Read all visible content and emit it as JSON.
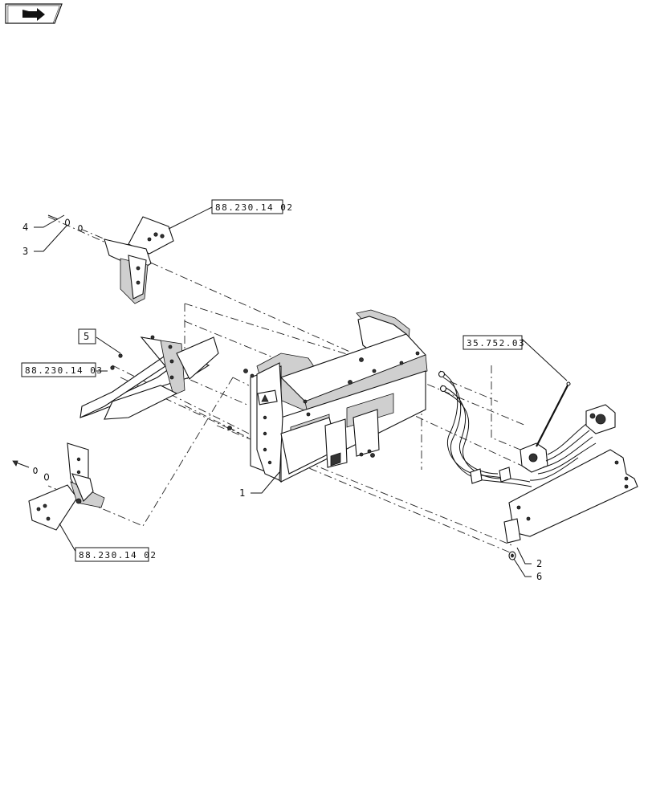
{
  "navigation": {
    "icon": "back-arrow-icon"
  },
  "references": {
    "top_left_ref": "88.230.14 02",
    "left_ref": "88.230.14 03",
    "bottom_left_ref": "88.230.14 02",
    "right_ref": "35.752.03"
  },
  "callouts": {
    "item_1": "1",
    "item_2": "2",
    "item_3": "3",
    "item_4": "4",
    "item_5": "5",
    "item_6": "6"
  },
  "colors": {
    "line": "#111111",
    "background": "#ffffff",
    "shade": "#cfcfcf"
  }
}
